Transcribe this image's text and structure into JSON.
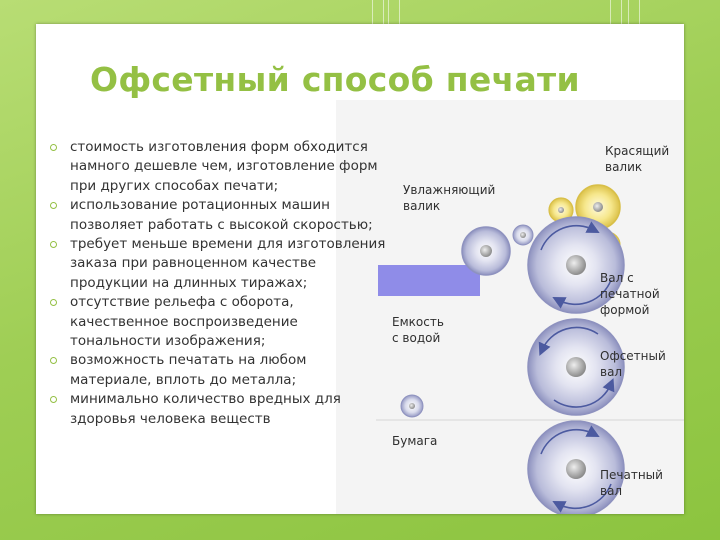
{
  "slide": {
    "title": "Офсетный способ печати",
    "bullets": [
      "стоимость изготовления форм обходится намного дешевле чем, изготовление форм при других способах печати;",
      "использование ротационных машин позволяет работать с высокой скоростью;",
      "требует меньше времени для изготовления заказа при равноценном качестве продукции на длинных тиражах;",
      "отсутствие рельефа с оборота, качественное воспроизведение тональности изображения;",
      "возможность печатать на любом материале, вплоть до металла;",
      "минимально количество вредных для здоровья человека веществ"
    ],
    "bullet_icon": "hollow-circle-bullet"
  },
  "diagram": {
    "labels": {
      "ink_roller": "Красящий\nвалик",
      "dampening_roller": "Увлажняющий\nвалик",
      "plate_cylinder": "Вал с печатной\nформой",
      "water_tank": "Емкость\nс водой",
      "offset_cylinder": "Офсетный\nвал",
      "paper": "Бумага",
      "impression_cylinder": "Печатный вал"
    }
  },
  "colors": {
    "background": "#9fce55",
    "title": "#94c044",
    "ink_roller": "#f2df74",
    "water_tank": "#8f8ce8",
    "cylinder": "#c7c9e4",
    "arrow": "#4c5aa0"
  }
}
